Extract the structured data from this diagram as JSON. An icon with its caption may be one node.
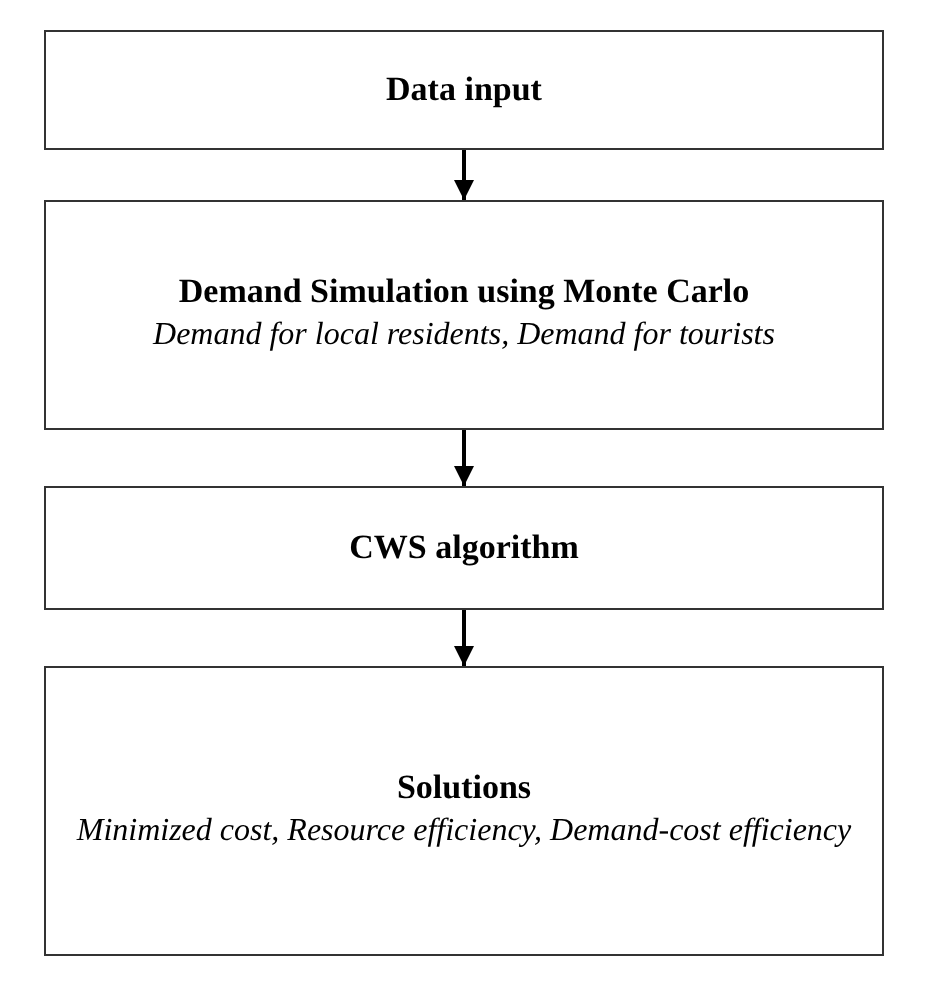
{
  "diagram": {
    "nodes": [
      {
        "text": [
          "Data input"
        ]
      },
      {
        "text": [
          "Demand Simulation using Monte Carlo",
          "Demand for local residents, Demand for tourists"
        ]
      },
      {
        "text": [
          "CWS algorithm"
        ]
      },
      {
        "text": [
          "Solutions",
          "Minimized cost, Resource efficiency, Demand-cost efficiency"
        ]
      }
    ],
    "edges": [
      {
        "from": 0,
        "to": 1,
        "arrow": "to"
      },
      {
        "from": 1,
        "to": 2,
        "arrow": "to"
      },
      {
        "from": 2,
        "to": 3,
        "arrow": "to"
      }
    ]
  }
}
